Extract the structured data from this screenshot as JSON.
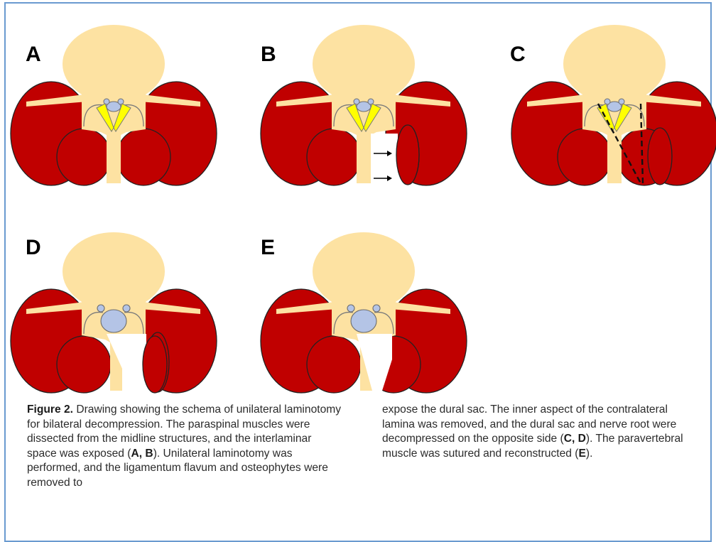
{
  "figure": {
    "panels": [
      {
        "id": "A",
        "label": "A"
      },
      {
        "id": "B",
        "label": "B"
      },
      {
        "id": "C",
        "label": "C"
      },
      {
        "id": "D",
        "label": "D"
      },
      {
        "id": "E",
        "label": "E"
      }
    ],
    "colors": {
      "vertebra": "#fde2a2",
      "muscle": "#c00000",
      "muscle_outline": "#222222",
      "ligamentum_flavum": "#ffff00",
      "dural_sac": "#b4c4e6",
      "frame": "#6a9ad0"
    }
  },
  "caption": {
    "label": "Figure 2.",
    "p1": " Drawing showing the schema of unilateral laminotomy for bilateral decompression. The paraspinal muscles were dissected from the midline structures, and the interlaminar space was exposed (",
    "r1": "A, B",
    "p2": "). Unilateral laminotomy was performed, and the ligamentum flavum and osteophytes were removed to",
    "p3": "expose the dural sac. The inner aspect of the contralateral lamina was removed, and the dural sac and nerve root were decompressed on the opposite side (",
    "r2": "C, D",
    "p4": "). The paravertebral muscle was sutured and reconstructed (",
    "r3": "E",
    "p5": ")."
  }
}
